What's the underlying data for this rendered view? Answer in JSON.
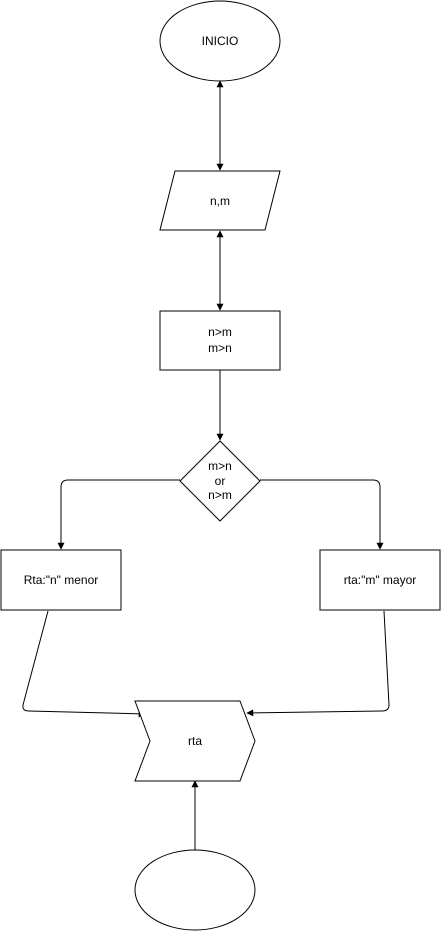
{
  "diagram": {
    "nodes": [
      {
        "id": "start",
        "shape": "ellipse",
        "lines": [
          "INICIO"
        ]
      },
      {
        "id": "input",
        "shape": "parallelogram",
        "lines": [
          "n,m"
        ]
      },
      {
        "id": "process",
        "shape": "rectangle",
        "lines": [
          "n>m",
          "m>n"
        ]
      },
      {
        "id": "decision",
        "shape": "diamond",
        "lines": [
          "m>n",
          "or",
          "n>m"
        ]
      },
      {
        "id": "left-result",
        "shape": "rectangle",
        "lines": [
          "Rta:\"n\" menor"
        ]
      },
      {
        "id": "right-result",
        "shape": "rectangle",
        "lines": [
          "rta:\"m\" mayor"
        ]
      },
      {
        "id": "output",
        "shape": "chevron",
        "lines": [
          "rta"
        ]
      },
      {
        "id": "end",
        "shape": "ellipse",
        "lines": []
      }
    ],
    "edges": [
      {
        "from": "start",
        "to": "input",
        "direction": "both"
      },
      {
        "from": "input",
        "to": "process",
        "direction": "both"
      },
      {
        "from": "process",
        "to": "decision",
        "direction": "forward"
      },
      {
        "from": "decision",
        "to": "left-result",
        "direction": "forward"
      },
      {
        "from": "decision",
        "to": "right-result",
        "direction": "forward"
      },
      {
        "from": "left-result",
        "to": "output",
        "direction": "forward"
      },
      {
        "from": "right-result",
        "to": "output",
        "direction": "forward"
      },
      {
        "from": "end",
        "to": "output",
        "direction": "forward"
      }
    ],
    "colors": {
      "stroke": "#000000",
      "fill": "#ffffff",
      "background": "#ffffff"
    }
  }
}
